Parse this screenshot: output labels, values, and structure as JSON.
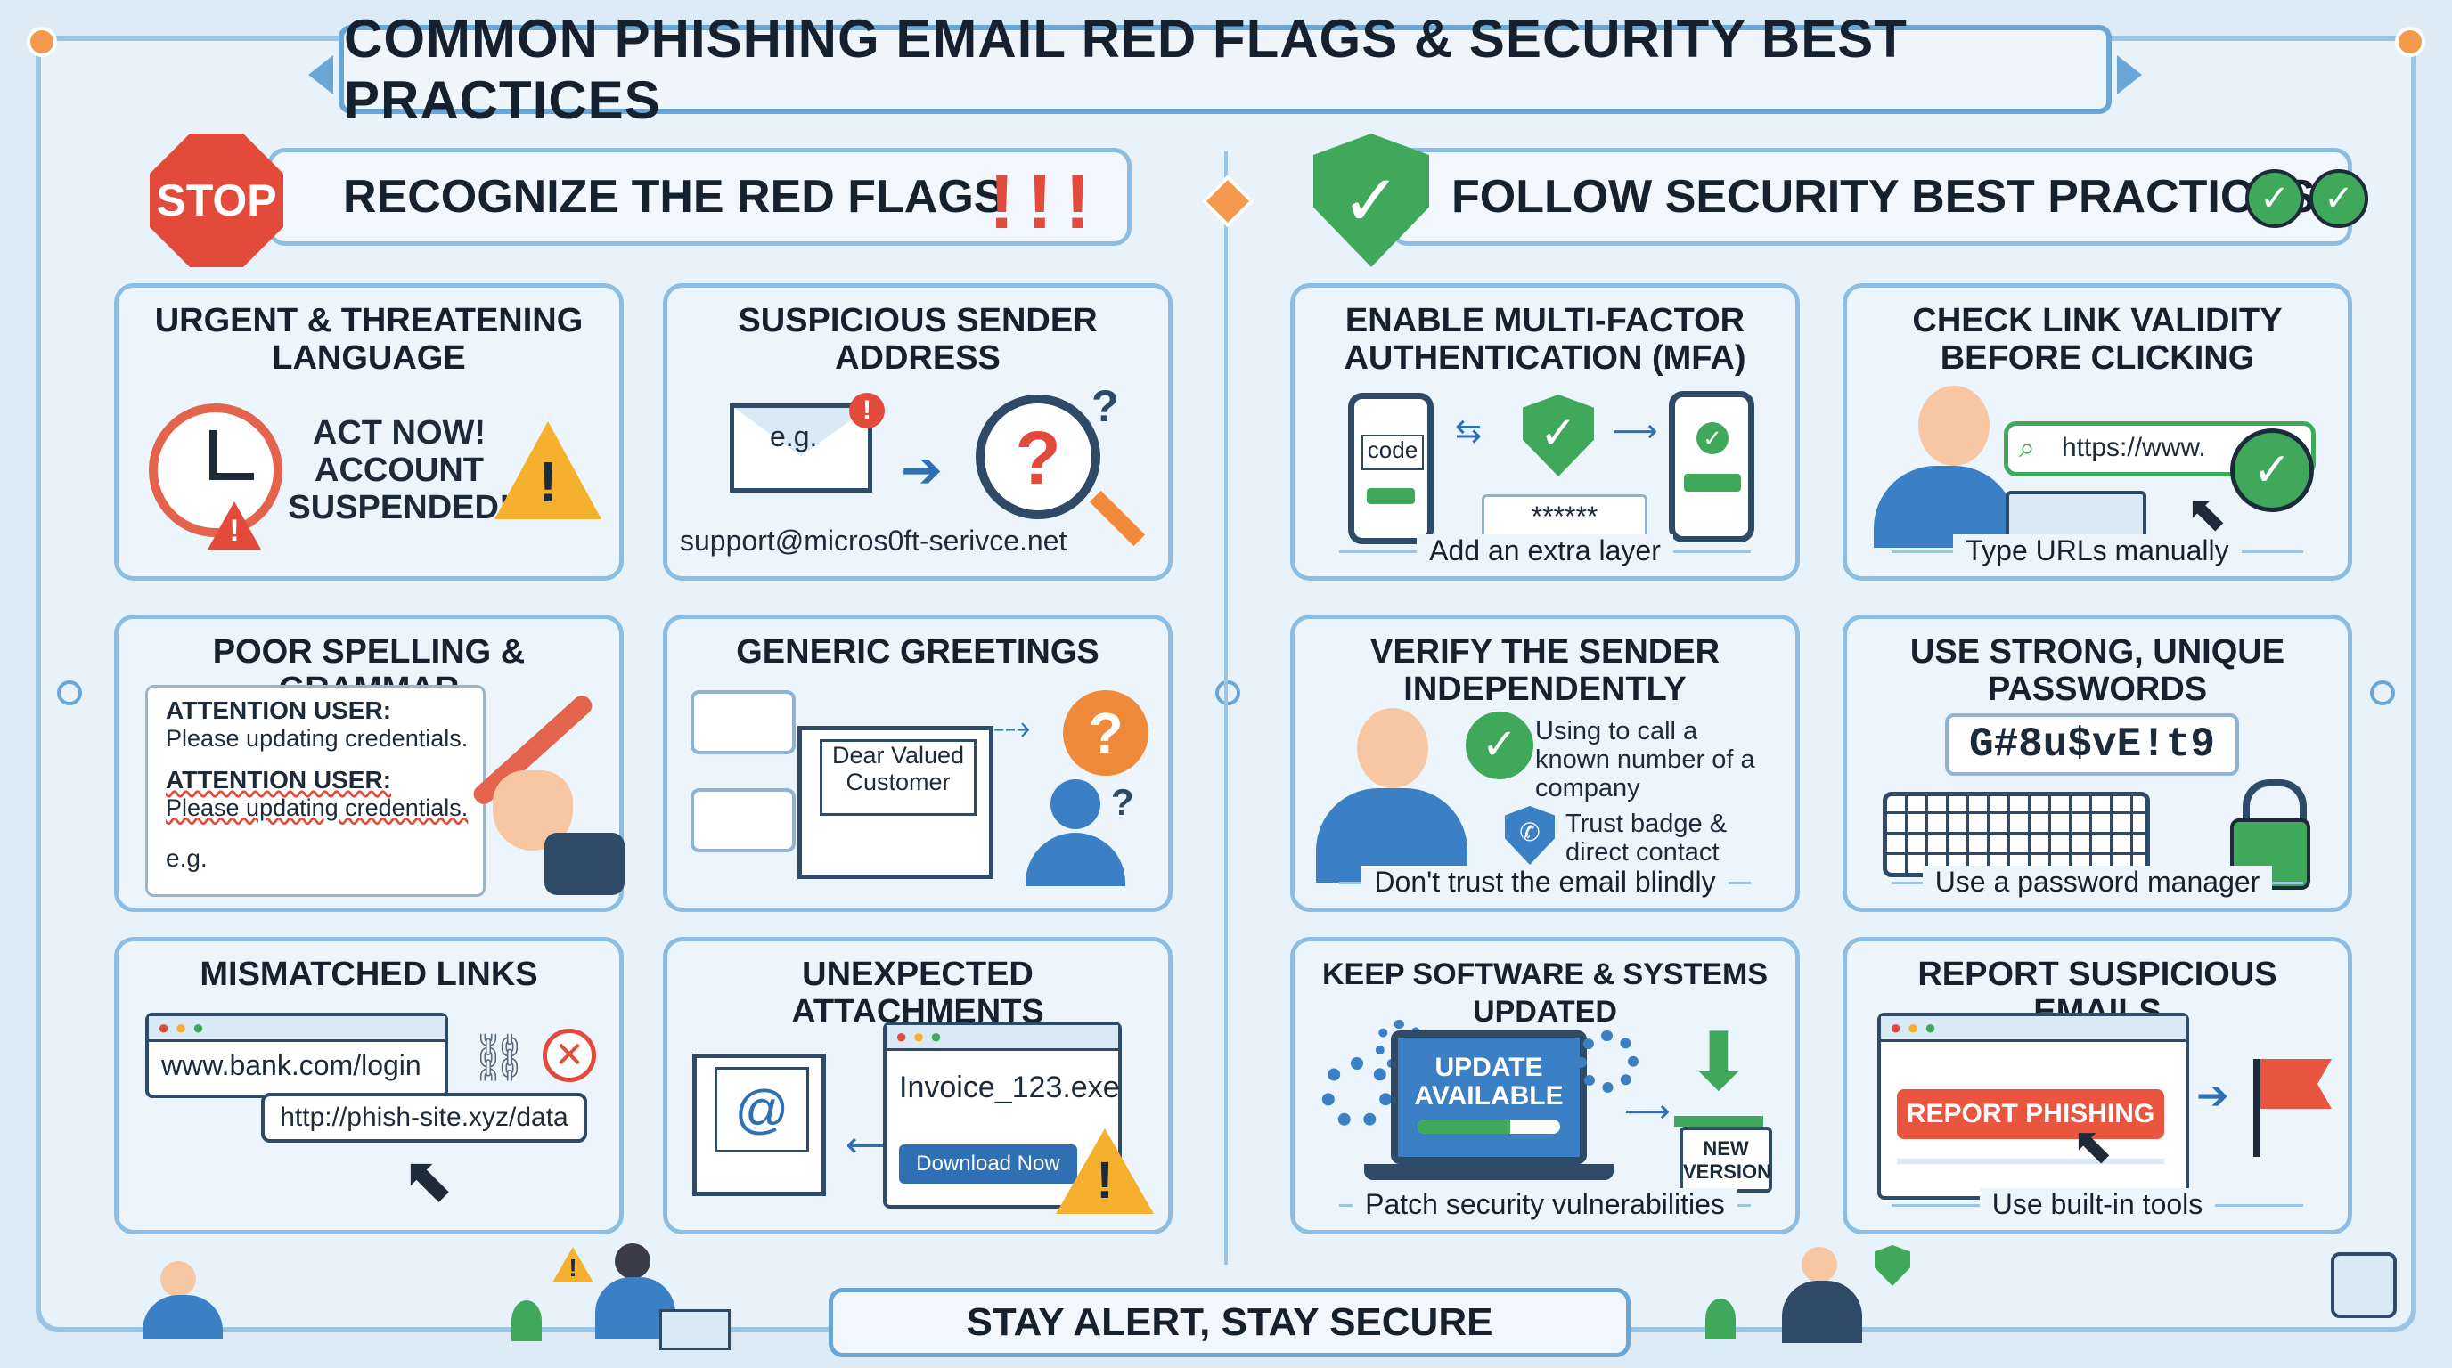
{
  "title": "COMMON PHISHING EMAIL RED FLAGS & SECURITY BEST PRACTICES",
  "left_section": {
    "badge": "STOP",
    "heading": "RECOGNIZE THE RED FLAGS",
    "exclaim": "!!!",
    "cards": [
      {
        "title": "URGENT & THREATENING LANGUAGE",
        "message": "ACT NOW! ACCOUNT SUSPENDED!"
      },
      {
        "title": "SUSPICIOUS SENDER ADDRESS",
        "eg": "e.g.",
        "address": "support@micros0ft-serivce.net"
      },
      {
        "title": "POOR SPELLING & GRAMMAR",
        "line1_head": "ATTENTION USER:",
        "line1_body": "Please updating credentials.",
        "line2_head": "ATTENTION USER:",
        "line2_body": "Please updating credentials.",
        "eg": "e.g."
      },
      {
        "title": "GENERIC GREETINGS",
        "greeting": "Dear Valued Customer"
      },
      {
        "title": "MISMATCHED LINKS",
        "shown_url": "www.bank.com/login",
        "real_url": "http://phish-site.xyz/data"
      },
      {
        "title": "UNEXPECTED ATTACHMENTS",
        "file": "Invoice_123.exe",
        "button": "Download Now"
      }
    ]
  },
  "right_section": {
    "heading": "FOLLOW SECURITY BEST PRACTICES",
    "cards": [
      {
        "title": "ENABLE MULTI-FACTOR AUTHENTICATION (MFA)",
        "code": "code",
        "password": "******",
        "caption": "Add an extra layer"
      },
      {
        "title": "CHECK LINK VALIDITY BEFORE CLICKING",
        "url": "https://www.",
        "caption": "Type URLs manually"
      },
      {
        "title": "VERIFY THE SENDER INDEPENDENTLY",
        "note1": "Using to call a known number of a company",
        "note2": "Trust badge & direct contact",
        "caption": "Don't trust the email blindly"
      },
      {
        "title": "USE STRONG, UNIQUE PASSWORDS",
        "password": "G#8u$vE!t9",
        "caption": "Use a password manager"
      },
      {
        "title": "KEEP SOFTWARE & SYSTEMS UPDATED",
        "screen": "UPDATE AVAILABLE",
        "box": "NEW VERSION",
        "caption": "Patch security vulnerabilities"
      },
      {
        "title": "REPORT SUSPICIOUS EMAILS",
        "button": "REPORT PHISHING",
        "caption": "Use built-in tools"
      }
    ]
  },
  "footer": "STAY ALERT, STAY SECURE",
  "colors": {
    "accent": "#6aa7d6",
    "danger": "#e24a3b",
    "success": "#3fa85a",
    "warning": "#f5b12e",
    "orange": "#f39a4d"
  }
}
